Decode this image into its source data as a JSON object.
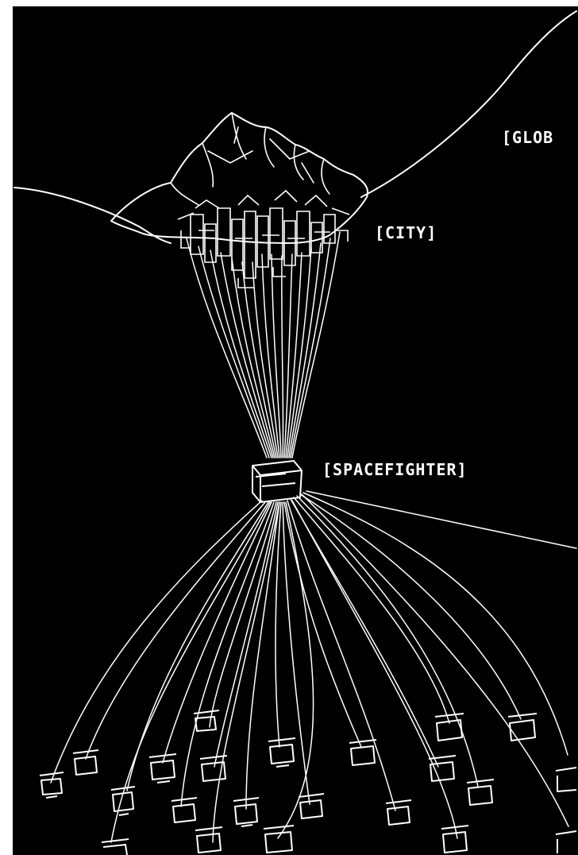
{
  "labels": {
    "globe": "[GLOB",
    "city": "[CITY]",
    "spacefighter": "[SPACEFIGHTER]"
  },
  "colors": {
    "background": "#000000",
    "ink": "#ffffff",
    "margin": "#ffffff"
  }
}
